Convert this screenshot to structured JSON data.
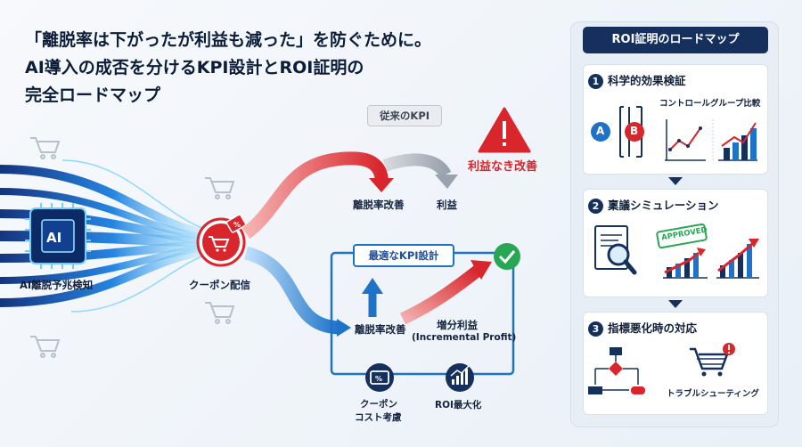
{
  "title_lines": [
    "「離脱率は下がったが利益も減った」を防ぐために。",
    "AI導入の成否を分けるKPI設計とROI証明の",
    "完全ロードマップ"
  ],
  "flow": {
    "ai_chip": "AI",
    "ai_label": "AI離脱予兆検知",
    "coupon_label": "クーポン配信",
    "legacy_kpi": "従来のKPI",
    "warning_label": "利益なき改善",
    "legacy_churn": "離脱率改善",
    "legacy_profit": "利益",
    "optimal_kpi": "最適なKPI設計",
    "optimal_churn": "離脱率改善",
    "incremental_profit": "増分利益",
    "incremental_profit_en": "(Incremental Profit)",
    "coupon_cost_1": "クーポン",
    "coupon_cost_2": "コスト考慮",
    "roi_max": "ROI最大化"
  },
  "panel": {
    "header": "ROI証明のロードマップ",
    "steps": [
      {
        "num": "1",
        "title": "科学的効果検証",
        "sub": "コントロールグループ比較",
        "a": "A",
        "b": "B"
      },
      {
        "num": "2",
        "title": "稟議シミュレーション",
        "stamp": "APPROVED"
      },
      {
        "num": "3",
        "title": "指標悪化時の対応",
        "sub": "トラブルシューティング"
      }
    ]
  },
  "colors": {
    "navy": "#16305e",
    "red": "#d8262c",
    "blue": "#1e73c8",
    "green": "#27a653",
    "gray": "#9aa2ad"
  }
}
